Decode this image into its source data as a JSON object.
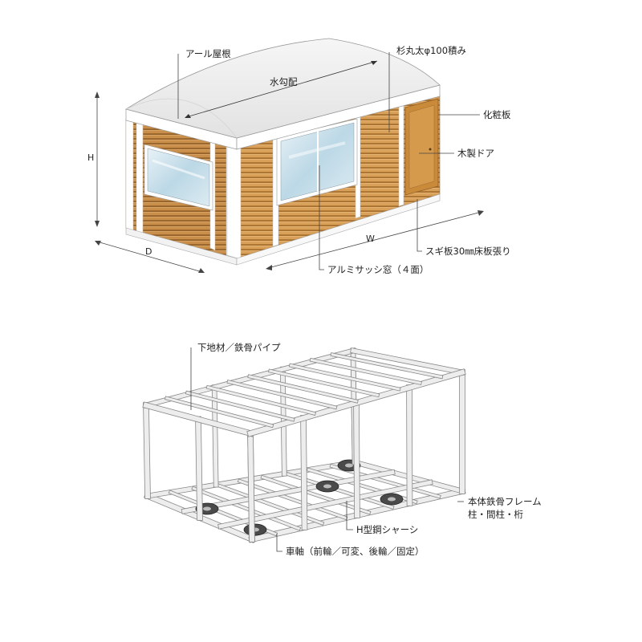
{
  "top_view": {
    "labels": {
      "roof": "アール屋根",
      "slope": "水勾配",
      "log_wall": "杉丸太φ100積み",
      "trim_board": "化粧板",
      "door": "木製ドア",
      "floor": "スギ板30㎜床板張り",
      "window": "アルミサッシ窓（４面）"
    },
    "dimensions": {
      "h": "H",
      "d": "D",
      "w": "W"
    },
    "colors": {
      "wood_light": "#d9a05a",
      "wood_dark": "#a8702e",
      "trim": "#ffffff",
      "roof": "#eeeeee",
      "glass": "#cfe4ef"
    }
  },
  "bottom_view": {
    "labels": {
      "subframe": "下地材／鉄骨パイプ",
      "main_frame_line1": "本体鉄骨フレーム",
      "main_frame_line2": "柱・間柱・桁",
      "chassis": "H型鋼シャーシ",
      "axle": "車軸（前輪／可変、後輪／固定）"
    },
    "colors": {
      "steel_face": "#ededed",
      "steel_edge": "#888888",
      "wheel": "#4a4a4a"
    }
  }
}
